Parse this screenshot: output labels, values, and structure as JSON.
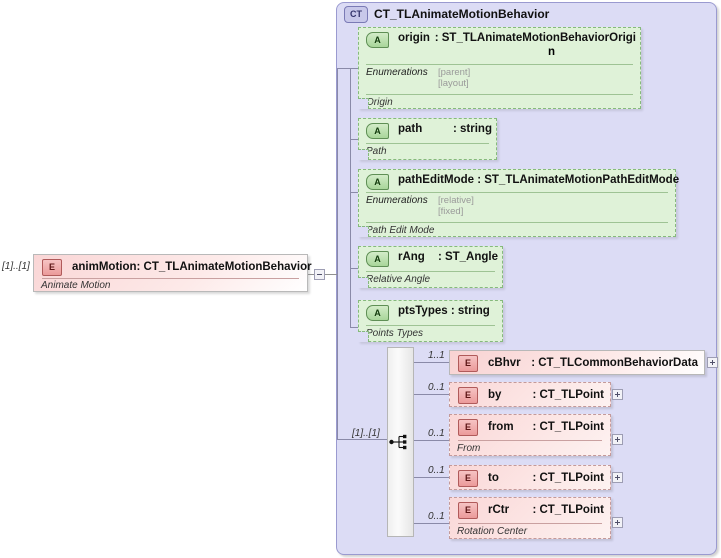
{
  "diagram": {
    "type": "xsd-schema-diagram",
    "complex_type": {
      "badge": "CT",
      "name": "CT_TLAnimateMotionBehavior"
    },
    "root_element": {
      "badge": "E",
      "name": "animMotion",
      "type": ": CT_TLAnimateMotionBehavior",
      "documentation": "Animate Motion",
      "occurrence": "[1]..[1]",
      "toggle": "minus"
    },
    "attributes": [
      {
        "badge": "A",
        "name": "origin",
        "type": ": ST_TLAnimateMotionBehaviorOrigi",
        "type_wrap": "n",
        "enumerations_label": "Enumerations",
        "enumerations": [
          "[parent]",
          "[layout]"
        ],
        "documentation": "Origin"
      },
      {
        "badge": "A",
        "name": "path",
        "type": ": string",
        "documentation": "Path"
      },
      {
        "badge": "A",
        "name": "pathEditMode : ST_TLAnimateMotionPathEditMode",
        "enumerations_label": "Enumerations",
        "enumerations": [
          "[relative]",
          "[fixed]"
        ],
        "documentation": "Path Edit Mode"
      },
      {
        "badge": "A",
        "name": "rAng",
        "type": ": ST_Angle",
        "documentation": "Relative Angle"
      },
      {
        "badge": "A",
        "name": "ptsTypes : string",
        "documentation": "Points Types"
      }
    ],
    "sequence": {
      "occurrence": "[1]..[1]",
      "icon": "sequence-icon"
    },
    "child_elements": [
      {
        "badge": "E",
        "name": "cBhvr",
        "type": ": CT_TLCommonBehaviorData",
        "cardinality": "1..1",
        "documentation": "",
        "style": "solid",
        "toggle": "plus"
      },
      {
        "badge": "E",
        "name": "by",
        "type": ": CT_TLPoint",
        "cardinality": "0..1",
        "documentation": "",
        "style": "dashed",
        "toggle": "plus"
      },
      {
        "badge": "E",
        "name": "from",
        "type": ": CT_TLPoint",
        "cardinality": "0..1",
        "documentation": "From",
        "style": "dashed",
        "toggle": "plus"
      },
      {
        "badge": "E",
        "name": "to",
        "type": ": CT_TLPoint",
        "cardinality": "0..1",
        "documentation": "",
        "style": "dashed",
        "toggle": "plus"
      },
      {
        "badge": "E",
        "name": "rCtr",
        "type": ": CT_TLPoint",
        "cardinality": "0..1",
        "documentation": "Rotation Center",
        "style": "dashed",
        "toggle": "plus"
      }
    ],
    "colors": {
      "complex_type_bg": "#dcdcf5",
      "attribute_bg": "#dff2d8",
      "element_bg": "#fbdcdc",
      "page_bg": "#ffffff"
    }
  }
}
